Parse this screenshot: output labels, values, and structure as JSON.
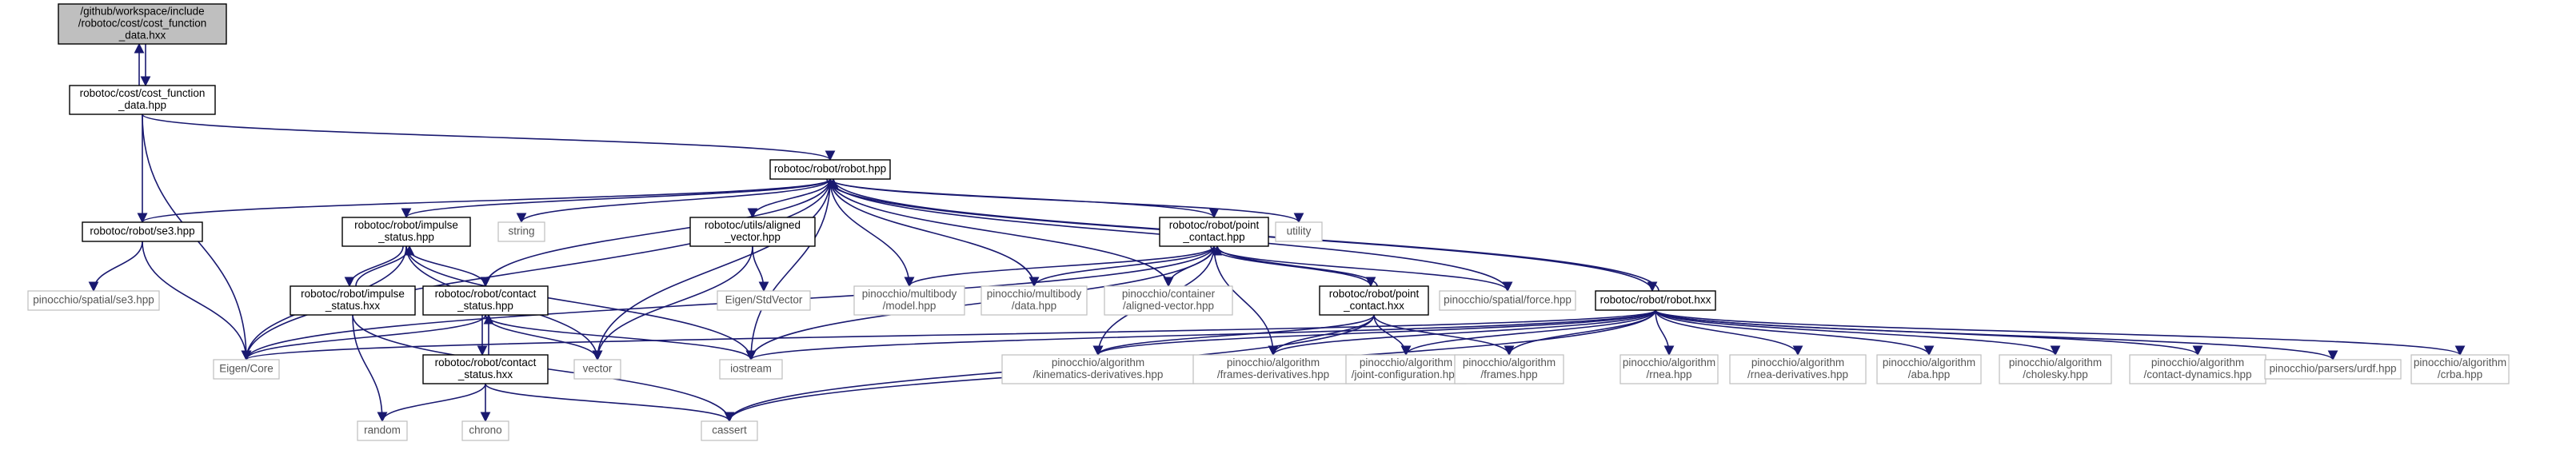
{
  "graph": {
    "type": "include-dependency-graph",
    "nodes": [
      {
        "id": "cost_function_data_hxx",
        "lines": [
          "/github/workspace/include",
          "/robotoc/cost/cost_function",
          "_data.hxx"
        ],
        "kind": "root"
      },
      {
        "id": "cost_function_data_hpp",
        "lines": [
          "robotoc/cost/cost_function",
          "_data.hpp"
        ],
        "kind": "doc"
      },
      {
        "id": "robot_hpp",
        "lines": [
          "robotoc/robot/robot.hpp"
        ],
        "kind": "doc"
      },
      {
        "id": "se3_hpp",
        "lines": [
          "robotoc/robot/se3.hpp"
        ],
        "kind": "doc"
      },
      {
        "id": "impulse_status_hpp",
        "lines": [
          "robotoc/robot/impulse",
          "_status.hpp"
        ],
        "kind": "doc"
      },
      {
        "id": "string",
        "lines": [
          "string"
        ],
        "kind": "ext"
      },
      {
        "id": "aligned_vector_hpp",
        "lines": [
          "robotoc/utils/aligned",
          "_vector.hpp"
        ],
        "kind": "doc"
      },
      {
        "id": "point_contact_hpp",
        "lines": [
          "robotoc/robot/point",
          "_contact.hpp"
        ],
        "kind": "doc"
      },
      {
        "id": "utility",
        "lines": [
          "utility"
        ],
        "kind": "ext"
      },
      {
        "id": "pinocchio_se3",
        "lines": [
          "pinocchio/spatial/se3.hpp"
        ],
        "kind": "ext"
      },
      {
        "id": "impulse_status_hxx",
        "lines": [
          "robotoc/robot/impulse",
          "_status.hxx"
        ],
        "kind": "doc"
      },
      {
        "id": "contact_status_hpp",
        "lines": [
          "robotoc/robot/contact",
          "_status.hpp"
        ],
        "kind": "doc"
      },
      {
        "id": "eigen_stdvector",
        "lines": [
          "Eigen/StdVector"
        ],
        "kind": "ext"
      },
      {
        "id": "pinocchio_model",
        "lines": [
          "pinocchio/multibody",
          "/model.hpp"
        ],
        "kind": "ext"
      },
      {
        "id": "pinocchio_data",
        "lines": [
          "pinocchio/multibody",
          "/data.hpp"
        ],
        "kind": "ext"
      },
      {
        "id": "pinocchio_aligned_vector",
        "lines": [
          "pinocchio/container",
          "/aligned-vector.hpp"
        ],
        "kind": "ext"
      },
      {
        "id": "point_contact_hxx",
        "lines": [
          "robotoc/robot/point",
          "_contact.hxx"
        ],
        "kind": "doc"
      },
      {
        "id": "pinocchio_force",
        "lines": [
          "pinocchio/spatial/force.hpp"
        ],
        "kind": "ext"
      },
      {
        "id": "robot_hxx",
        "lines": [
          "robotoc/robot/robot.hxx"
        ],
        "kind": "doc"
      },
      {
        "id": "eigen_core",
        "lines": [
          "Eigen/Core"
        ],
        "kind": "ext"
      },
      {
        "id": "vector",
        "lines": [
          "vector"
        ],
        "kind": "ext"
      },
      {
        "id": "iostream",
        "lines": [
          "iostream"
        ],
        "kind": "ext"
      },
      {
        "id": "contact_status_hxx",
        "lines": [
          "robotoc/robot/contact",
          "_status.hxx"
        ],
        "kind": "doc"
      },
      {
        "id": "kinematics_derivatives",
        "lines": [
          "pinocchio/algorithm",
          "/kinematics-derivatives.hpp"
        ],
        "kind": "ext"
      },
      {
        "id": "frames_derivatives",
        "lines": [
          "pinocchio/algorithm",
          "/frames-derivatives.hpp"
        ],
        "kind": "ext"
      },
      {
        "id": "joint_configuration",
        "lines": [
          "pinocchio/algorithm",
          "/joint-configuration.hpp"
        ],
        "kind": "ext"
      },
      {
        "id": "frames",
        "lines": [
          "pinocchio/algorithm",
          "/frames.hpp"
        ],
        "kind": "ext"
      },
      {
        "id": "rnea",
        "lines": [
          "pinocchio/algorithm",
          "/rnea.hpp"
        ],
        "kind": "ext"
      },
      {
        "id": "rnea_derivatives",
        "lines": [
          "pinocchio/algorithm",
          "/rnea-derivatives.hpp"
        ],
        "kind": "ext"
      },
      {
        "id": "aba",
        "lines": [
          "pinocchio/algorithm",
          "/aba.hpp"
        ],
        "kind": "ext"
      },
      {
        "id": "cholesky",
        "lines": [
          "pinocchio/algorithm",
          "/cholesky.hpp"
        ],
        "kind": "ext"
      },
      {
        "id": "contact_dynamics",
        "lines": [
          "pinocchio/algorithm",
          "/contact-dynamics.hpp"
        ],
        "kind": "ext"
      },
      {
        "id": "urdf",
        "lines": [
          "pinocchio/parsers/urdf.hpp"
        ],
        "kind": "ext"
      },
      {
        "id": "crba",
        "lines": [
          "pinocchio/algorithm",
          "/crba.hpp"
        ],
        "kind": "ext"
      },
      {
        "id": "random",
        "lines": [
          "random"
        ],
        "kind": "ext"
      },
      {
        "id": "chrono",
        "lines": [
          "chrono"
        ],
        "kind": "ext"
      },
      {
        "id": "cassert",
        "lines": [
          "cassert"
        ],
        "kind": "ext"
      }
    ],
    "edges": [
      [
        "cost_function_data_hxx",
        "cost_function_data_hpp"
      ],
      [
        "cost_function_data_hpp",
        "cost_function_data_hxx"
      ],
      [
        "cost_function_data_hpp",
        "robot_hpp"
      ],
      [
        "cost_function_data_hpp",
        "se3_hpp"
      ],
      [
        "cost_function_data_hpp",
        "eigen_core"
      ],
      [
        "robot_hpp",
        "se3_hpp"
      ],
      [
        "robot_hpp",
        "impulse_status_hpp"
      ],
      [
        "robot_hpp",
        "string"
      ],
      [
        "robot_hpp",
        "aligned_vector_hpp"
      ],
      [
        "robot_hpp",
        "point_contact_hpp"
      ],
      [
        "robot_hpp",
        "utility"
      ],
      [
        "robot_hpp",
        "contact_status_hpp"
      ],
      [
        "robot_hpp",
        "pinocchio_model"
      ],
      [
        "robot_hpp",
        "pinocchio_data"
      ],
      [
        "robot_hpp",
        "pinocchio_aligned_vector"
      ],
      [
        "robot_hpp",
        "pinocchio_force"
      ],
      [
        "robot_hpp",
        "robot_hxx"
      ],
      [
        "robot_hpp",
        "eigen_core"
      ],
      [
        "robot_hpp",
        "vector"
      ],
      [
        "robot_hpp",
        "iostream"
      ],
      [
        "se3_hpp",
        "pinocchio_se3"
      ],
      [
        "se3_hpp",
        "eigen_core"
      ],
      [
        "impulse_status_hpp",
        "impulse_status_hxx"
      ],
      [
        "impulse_status_hpp",
        "contact_status_hpp"
      ],
      [
        "impulse_status_hpp",
        "eigen_core"
      ],
      [
        "impulse_status_hpp",
        "vector"
      ],
      [
        "impulse_status_hpp",
        "iostream"
      ],
      [
        "impulse_status_hxx",
        "impulse_status_hpp"
      ],
      [
        "impulse_status_hxx",
        "random"
      ],
      [
        "impulse_status_hxx",
        "cassert"
      ],
      [
        "aligned_vector_hpp",
        "eigen_stdvector"
      ],
      [
        "aligned_vector_hpp",
        "vector"
      ],
      [
        "contact_status_hpp",
        "contact_status_hxx"
      ],
      [
        "contact_status_hpp",
        "eigen_core"
      ],
      [
        "contact_status_hpp",
        "vector"
      ],
      [
        "contact_status_hpp",
        "iostream"
      ],
      [
        "contact_status_hxx",
        "contact_status_hpp"
      ],
      [
        "contact_status_hxx",
        "random"
      ],
      [
        "contact_status_hxx",
        "chrono"
      ],
      [
        "contact_status_hxx",
        "cassert"
      ],
      [
        "point_contact_hpp",
        "point_contact_hxx"
      ],
      [
        "point_contact_hpp",
        "pinocchio_model"
      ],
      [
        "point_contact_hpp",
        "pinocchio_data"
      ],
      [
        "point_contact_hpp",
        "pinocchio_aligned_vector"
      ],
      [
        "point_contact_hpp",
        "pinocchio_force"
      ],
      [
        "point_contact_hpp",
        "kinematics_derivatives"
      ],
      [
        "point_contact_hpp",
        "frames_derivatives"
      ],
      [
        "point_contact_hpp",
        "eigen_core"
      ],
      [
        "point_contact_hpp",
        "iostream"
      ],
      [
        "point_contact_hxx",
        "point_contact_hpp"
      ],
      [
        "point_contact_hxx",
        "kinematics_derivatives"
      ],
      [
        "point_contact_hxx",
        "frames_derivatives"
      ],
      [
        "point_contact_hxx",
        "joint_configuration"
      ],
      [
        "point_contact_hxx",
        "frames"
      ],
      [
        "point_contact_hxx",
        "cassert"
      ],
      [
        "robot_hxx",
        "robot_hpp"
      ],
      [
        "robot_hxx",
        "kinematics_derivatives"
      ],
      [
        "robot_hxx",
        "frames_derivatives"
      ],
      [
        "robot_hxx",
        "joint_configuration"
      ],
      [
        "robot_hxx",
        "frames"
      ],
      [
        "robot_hxx",
        "rnea"
      ],
      [
        "robot_hxx",
        "rnea_derivatives"
      ],
      [
        "robot_hxx",
        "aba"
      ],
      [
        "robot_hxx",
        "cholesky"
      ],
      [
        "robot_hxx",
        "contact_dynamics"
      ],
      [
        "robot_hxx",
        "urdf"
      ],
      [
        "robot_hxx",
        "crba"
      ],
      [
        "robot_hxx",
        "cassert"
      ],
      [
        "robot_hxx",
        "eigen_core"
      ],
      [
        "robot_hxx",
        "iostream"
      ]
    ]
  },
  "colors": {
    "edge": "#191970",
    "node_border": "#000000",
    "external_border": "#bfbfbf",
    "root_fill": "#bfbfbf",
    "background": "#ffffff"
  }
}
